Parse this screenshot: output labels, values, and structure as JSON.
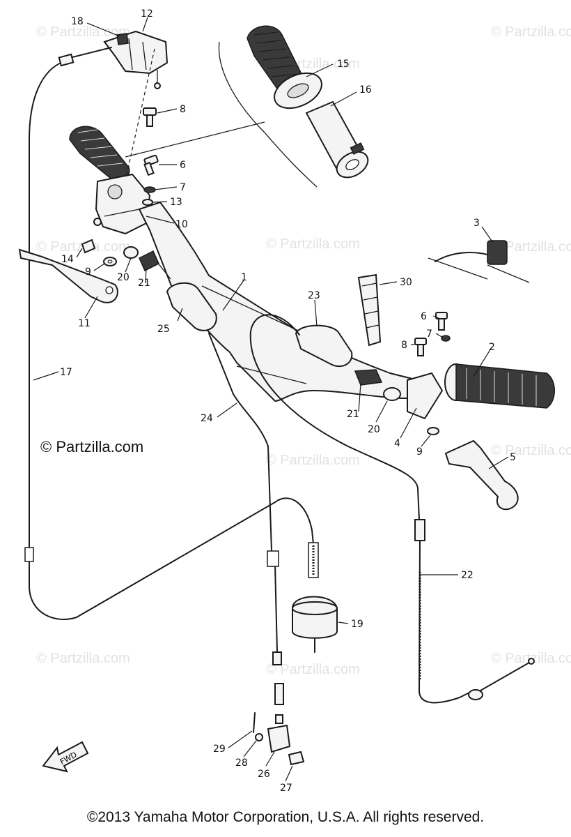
{
  "watermarks": {
    "faded": "© Partzilla.com",
    "main": "© Partzilla.com"
  },
  "fwd_label": "FWD",
  "callouts": {
    "c1": "1",
    "c2": "2",
    "c3": "3",
    "c4": "4",
    "c5": "5",
    "c6a": "6",
    "c6b": "6",
    "c7a": "7",
    "c7b": "7",
    "c8a": "8",
    "c8b": "8",
    "c9a": "9",
    "c9b": "9",
    "c10": "10",
    "c11": "11",
    "c12": "12",
    "c13": "13",
    "c14": "14",
    "c15": "15",
    "c16": "16",
    "c17": "17",
    "c18": "18",
    "c19": "19",
    "c20a": "20",
    "c20b": "20",
    "c21a": "21",
    "c21b": "21",
    "c22": "22",
    "c23": "23",
    "c24": "24",
    "c25": "25",
    "c26": "26",
    "c27": "27",
    "c28": "28",
    "c29": "29",
    "c30": "30"
  },
  "copyright": "©2013 Yamaha Motor Corporation, U.S.A. All rights reserved."
}
